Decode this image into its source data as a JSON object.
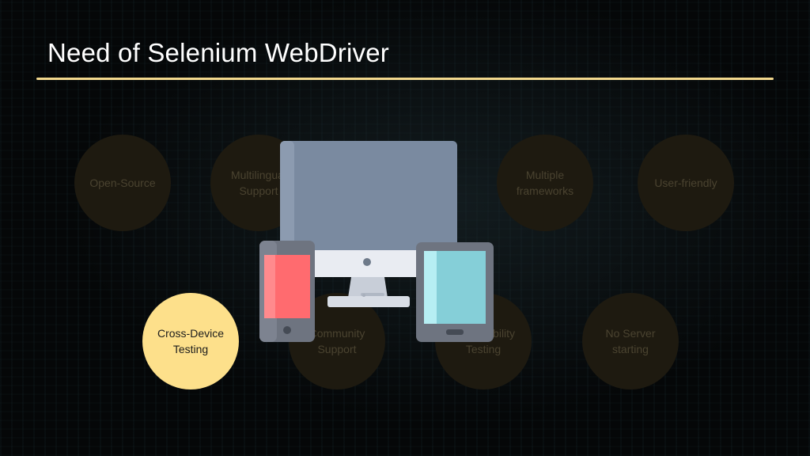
{
  "slide": {
    "title": "Need of Selenium WebDriver"
  },
  "features": [
    {
      "label": "Open-Source",
      "active": false
    },
    {
      "label": "Multilingual\nSupport",
      "active": false
    },
    {
      "label": "Multiple\nframeworks",
      "active": false
    },
    {
      "label": "User-friendly",
      "active": false
    },
    {
      "label": "Cross-Device\nTesting",
      "active": true
    },
    {
      "label": "Community\nSupport",
      "active": false
    },
    {
      "label": "Compatibility\nTesting",
      "active": false
    },
    {
      "label": "No Server\nstarting",
      "active": false
    }
  ],
  "colors": {
    "accent": "#fde08b",
    "rule": "#f3d98e",
    "circle_inactive": "#1e1a10",
    "background": "#050708"
  },
  "illustration": "devices-icon"
}
